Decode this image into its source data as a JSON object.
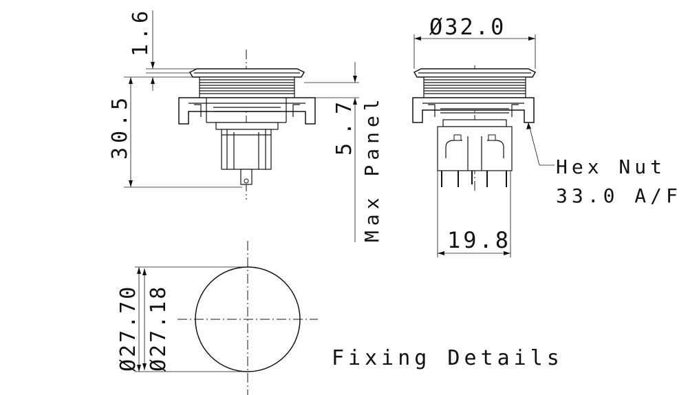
{
  "dimensions": {
    "flange_thickness": "1.6",
    "overall_height": "30.5",
    "max_panel_value": "5.7",
    "max_panel_label": "Max Panel",
    "bezel_diameter": "Ø32.0",
    "body_width": "19.8",
    "hex_nut_line1": "Hex Nut",
    "hex_nut_line2": "33.0 A/F",
    "hole_dia_max": "Ø27.70",
    "hole_dia_min": "Ø27.18"
  },
  "labels": {
    "fixing_details": "Fixing Details"
  }
}
